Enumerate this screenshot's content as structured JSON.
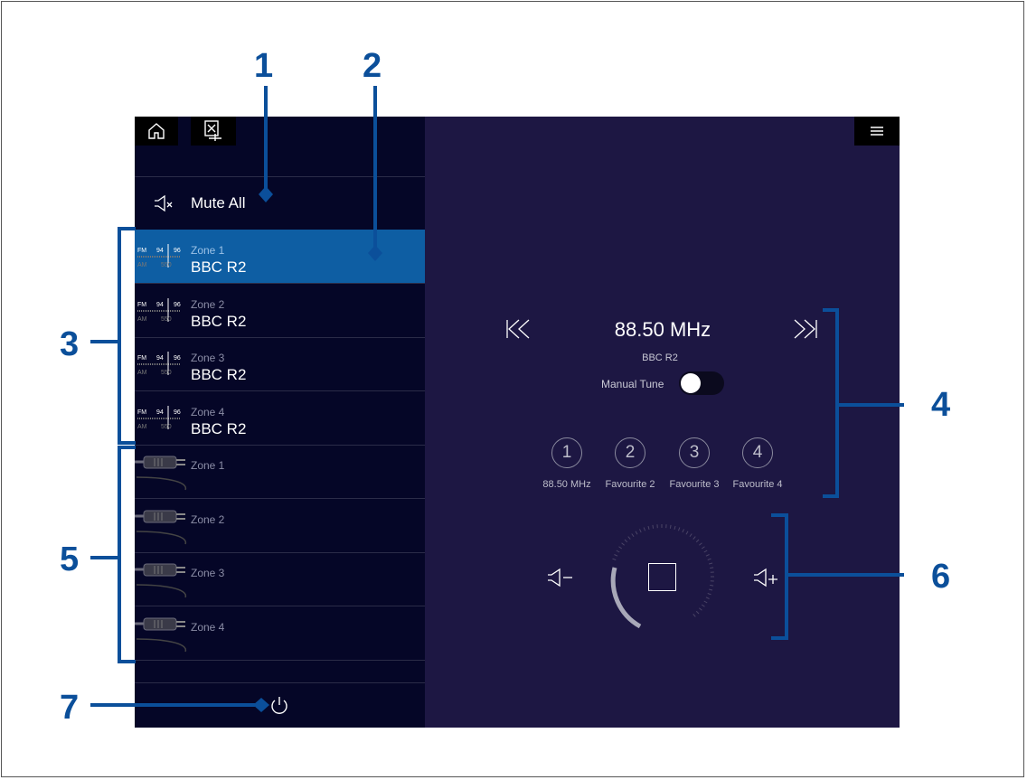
{
  "header": {
    "home_icon": "home-icon",
    "source_icon": "source-select-icon",
    "menu_icon": "hamburger-menu-icon"
  },
  "mute_all": {
    "label": "Mute All",
    "icon": "speaker-mute-icon"
  },
  "radio_zones": [
    {
      "zone": "Zone 1",
      "station": "BBC R2",
      "selected": true
    },
    {
      "zone": "Zone 2",
      "station": "BBC R2",
      "selected": false
    },
    {
      "zone": "Zone 3",
      "station": "BBC R2",
      "selected": false
    },
    {
      "zone": "Zone 4",
      "station": "BBC R2",
      "selected": false
    }
  ],
  "radio_icon": {
    "fm": "FM",
    "am": "AM",
    "fm_a": "94",
    "fm_b": "96",
    "am_a": "550"
  },
  "aux_zones": [
    {
      "zone": "Zone 1"
    },
    {
      "zone": "Zone 2"
    },
    {
      "zone": "Zone 3"
    },
    {
      "zone": "Zone 4"
    }
  ],
  "tuner": {
    "frequency": "88.50 MHz",
    "station": "BBC R2",
    "manual_tune_label": "Manual Tune",
    "manual_tune_on": true
  },
  "favourites": [
    {
      "num": "1",
      "label": "88.50 MHz"
    },
    {
      "num": "2",
      "label": "Favourite 2"
    },
    {
      "num": "3",
      "label": "Favourite 3"
    },
    {
      "num": "4",
      "label": "Favourite 4"
    }
  ],
  "volume": {
    "down_icon": "volume-down-icon",
    "up_icon": "volume-up-icon",
    "stop_icon": "stop-icon"
  },
  "power_icon": "power-icon",
  "callouts": [
    "1",
    "2",
    "3",
    "4",
    "5",
    "6",
    "7"
  ],
  "colors": {
    "accent": "#0e5ea3",
    "callout": "#0b4f9a",
    "left_bg": "#050627",
    "right_bg": "#1d1743"
  }
}
